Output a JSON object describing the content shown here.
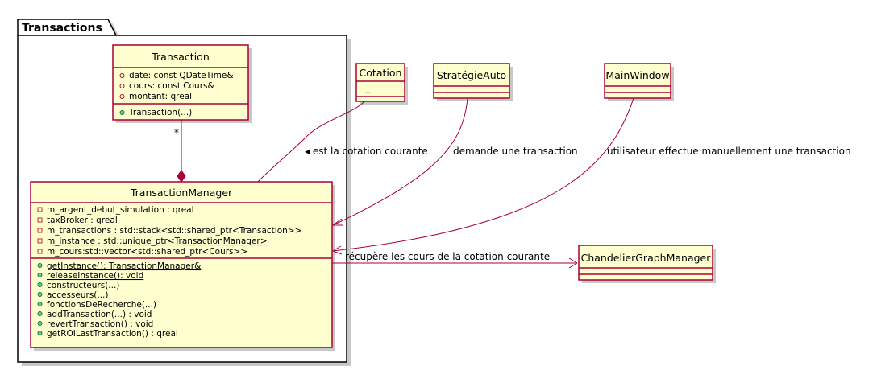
{
  "package": {
    "name": "Transactions"
  },
  "classes": {
    "transaction": {
      "name": "Transaction",
      "attributes": [
        "date: const QDateTime&",
        "cours: const Cours&",
        "montant: qreal"
      ],
      "methods": [
        "Transaction(...)"
      ]
    },
    "transaction_manager": {
      "name": "TransactionManager",
      "attributes": [
        "m_argent_debut_simulation : qreal",
        "taxBroker : qreal",
        "m_transactions : std::stack<std::shared_ptr<Transaction>>",
        "m_instance : std::unique_ptr<TransactionManager>",
        "m_cours:std::vector<std::shared_ptr<Cours>>"
      ],
      "methods": [
        "getInstance(): TransactionManager&",
        "releaseInstance(): void",
        "constructeurs(...)",
        "accesseurs(...)",
        "fonctionsDeRecherche(...)",
        "addTransaction(...) : void",
        "revertTransaction() : void",
        "getROILastTransaction() : qreal"
      ]
    },
    "cotation": {
      "name": "Cotation",
      "attributes": [
        "..."
      ]
    },
    "strategie": {
      "name": "StratégieAuto"
    },
    "mainwindow": {
      "name": "MainWindow"
    },
    "chandelier": {
      "name": "ChandelierGraphManager"
    }
  },
  "relations": {
    "composition_multiplicity": "*",
    "cotation_label": "◂ est la cotation courante",
    "strategie_label": "demande une transaction",
    "mainwindow_label": "utilisateur effectue manuellement une transaction",
    "chandelier_label": "récupère les cours de la cotation courante"
  },
  "colors": {
    "border": "#a80036",
    "fill": "#fefece"
  }
}
